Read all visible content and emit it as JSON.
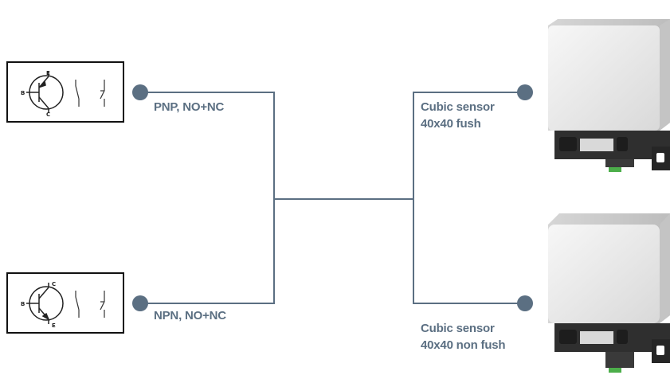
{
  "colors": {
    "connector": "#5b6f82",
    "label": "#5b6f82",
    "sensor_body": "#ececec",
    "sensor_base": "#2b2b2b",
    "connector_green": "#4cae4a"
  },
  "outputs": [
    {
      "label": "PNP, NO+NC",
      "symbol": "pnp-transistor",
      "terminals": [
        "B",
        "E",
        "C"
      ]
    },
    {
      "label": "NPN, NO+NC",
      "symbol": "npn-transistor",
      "terminals": [
        "B",
        "C",
        "E"
      ]
    }
  ],
  "sensors": [
    {
      "line1": "Cubic sensor",
      "line2": "40x40 fush"
    },
    {
      "line1": "Cubic sensor",
      "line2": "40x40 non fush"
    }
  ]
}
